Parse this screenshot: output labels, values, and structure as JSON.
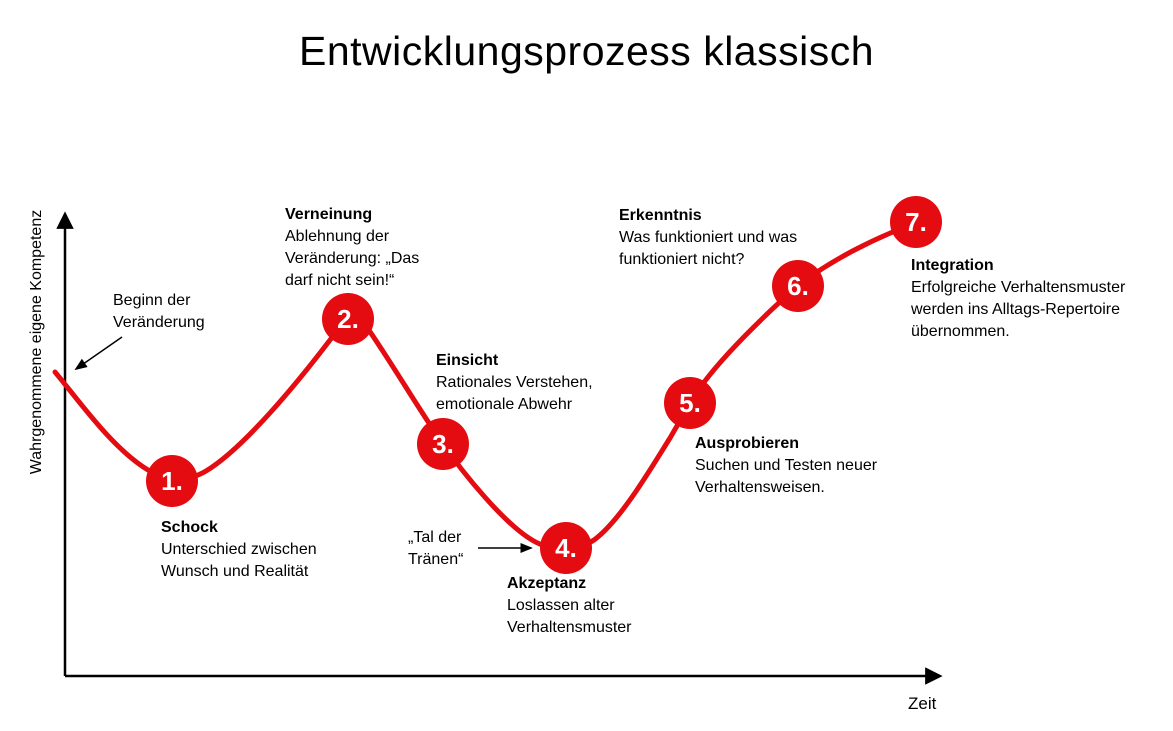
{
  "title": "Entwicklungsprozess klassisch",
  "axes": {
    "y_label": "Wahrgenommene eigene Kompetenz",
    "x_label": "Zeit"
  },
  "annotations": {
    "start_of_change": "Beginn der Veränderung",
    "valley_of_tears": "„Tal der Tränen“"
  },
  "colors": {
    "curve": "#e40c10",
    "marker_text": "#ffffff",
    "axis": "#000000",
    "text": "#000000",
    "background": "#ffffff"
  },
  "stages": [
    {
      "number": "1.",
      "name": "Schock",
      "description": "Unterschied zwischen Wunsch und Realität"
    },
    {
      "number": "2.",
      "name": "Verneinung",
      "description": "Ablehnung der Veränderung: „Das darf nicht sein!“"
    },
    {
      "number": "3.",
      "name": "Einsicht",
      "description": "Rationales Verstehen, emotionale Abwehr"
    },
    {
      "number": "4.",
      "name": "Akzeptanz",
      "description": "Loslassen alter Verhaltensmuster"
    },
    {
      "number": "5.",
      "name": "Ausprobieren",
      "description": "Suchen und Testen neuer Verhaltensweisen."
    },
    {
      "number": "6.",
      "name": "Erkenntnis",
      "description": "Was funktioniert und was funktioniert nicht?"
    },
    {
      "number": "7.",
      "name": "Integration",
      "description": "Erfolgreiche Verhaltensmuster werden ins Alltags-Repertoire übernommen."
    }
  ]
}
